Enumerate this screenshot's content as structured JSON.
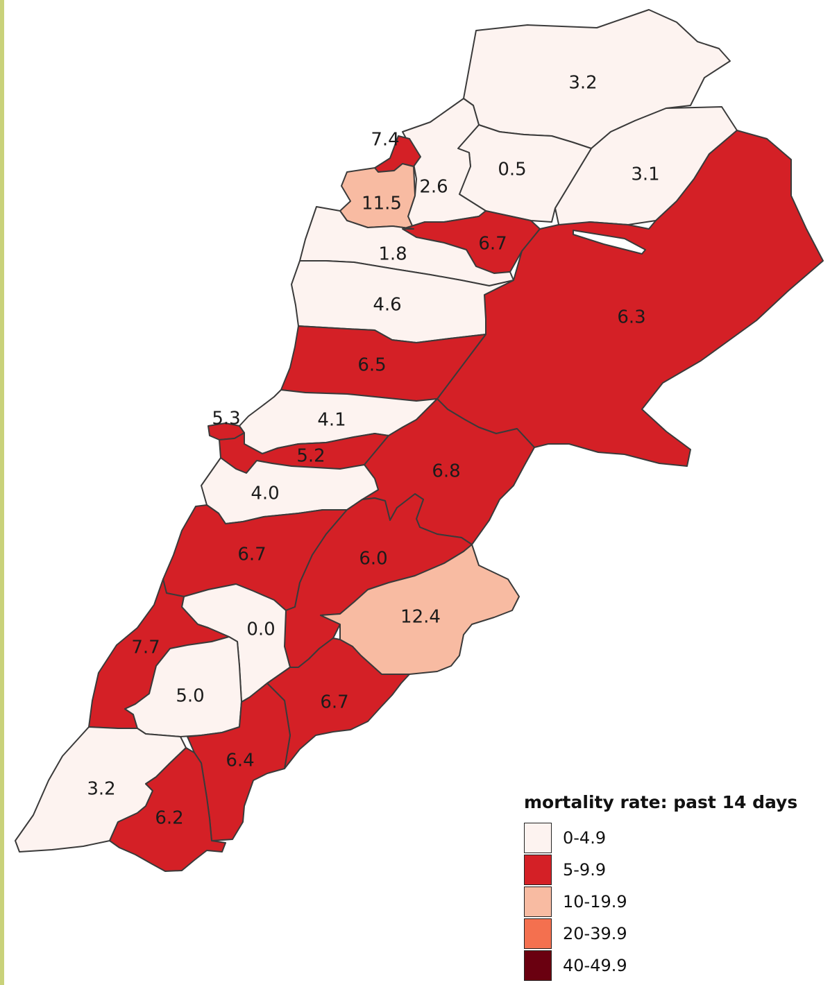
{
  "colors": {
    "c0": "#fdf3f0",
    "c1": "#d42026",
    "c2": "#f8bba2",
    "c3": "#f4704f",
    "c4": "#6a0010"
  },
  "legend": {
    "title": "mortality rate: past 14 days",
    "items": [
      {
        "label": "0-4.9",
        "color": "#fdf3f0"
      },
      {
        "label": "5-9.9",
        "color": "#d42026"
      },
      {
        "label": "10-19.9",
        "color": "#f8bba2"
      },
      {
        "label": "20-39.9",
        "color": "#f4704f"
      },
      {
        "label": "40-49.9",
        "color": "#6a0010"
      }
    ]
  },
  "regions": [
    {
      "id": "akkar",
      "value": "3.2",
      "class": 0
    },
    {
      "id": "hermel",
      "value": "3.1",
      "class": 0
    },
    {
      "id": "minieh",
      "value": "0.5",
      "class": 0
    },
    {
      "id": "zgharta",
      "value": "2.6",
      "class": 0
    },
    {
      "id": "tripoli",
      "value": "7.4",
      "class": 1
    },
    {
      "id": "koura",
      "value": "11.5",
      "class": 2
    },
    {
      "id": "bsharri",
      "value": "6.7",
      "class": 1
    },
    {
      "id": "batroun",
      "value": "1.8",
      "class": 0
    },
    {
      "id": "baalbek",
      "value": "6.3",
      "class": 1
    },
    {
      "id": "jbeil",
      "value": "4.6",
      "class": 0
    },
    {
      "id": "keserwan",
      "value": "6.5",
      "class": 1
    },
    {
      "id": "beirut",
      "value": "5.3",
      "class": 1
    },
    {
      "id": "metn",
      "value": "4.1",
      "class": 0
    },
    {
      "id": "baabda",
      "value": "5.2",
      "class": 1
    },
    {
      "id": "zahle",
      "value": "6.8",
      "class": 1
    },
    {
      "id": "aley",
      "value": "4.0",
      "class": 0
    },
    {
      "id": "chouf",
      "value": "6.7",
      "class": 1
    },
    {
      "id": "westbekaa",
      "value": "6.0",
      "class": 1
    },
    {
      "id": "rashaya",
      "value": "12.4",
      "class": 2
    },
    {
      "id": "jezzine",
      "value": "0.0",
      "class": 0
    },
    {
      "id": "saida",
      "value": "7.7",
      "class": 1
    },
    {
      "id": "zahrani",
      "value": "5.0",
      "class": 0
    },
    {
      "id": "hasbaya",
      "value": "6.7",
      "class": 1
    },
    {
      "id": "nabatieh",
      "value": "6.4",
      "class": 1
    },
    {
      "id": "tyre",
      "value": "3.2",
      "class": 0
    },
    {
      "id": "bintjbeil",
      "value": "6.2",
      "class": 1
    }
  ]
}
